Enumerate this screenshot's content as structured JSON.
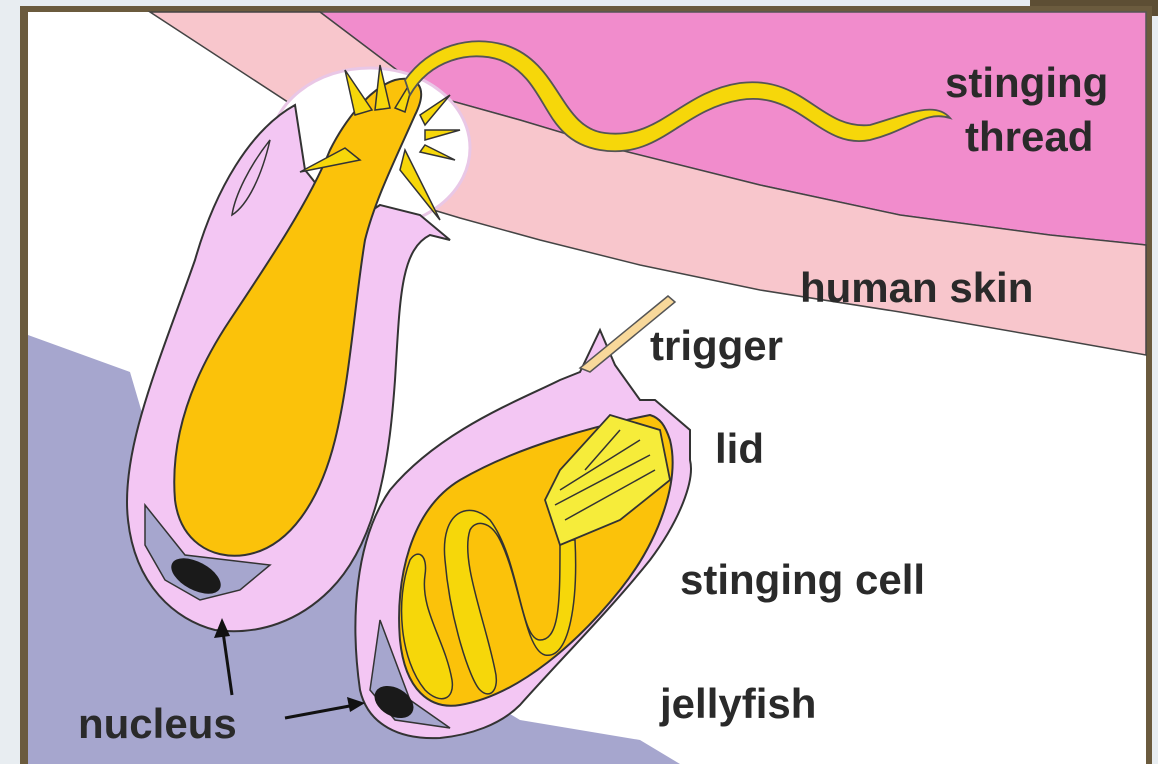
{
  "labels": {
    "stinging_thread_1": "stinging",
    "stinging_thread_2": "thread",
    "human_skin": "human skin",
    "trigger": "trigger",
    "lid": "lid",
    "stinging_cell": "stinging cell",
    "jellyfish": "jellyfish",
    "nucleus": "nucleus"
  },
  "colors": {
    "skin_outer": "#f18ccc",
    "skin_inner": "#f8c6cc",
    "jellyfish": "#a6a6ce",
    "cell_wall": "#f3c6f3",
    "capsule": "#fbc20a",
    "thread": "#f6d70a",
    "nucleus": "#1a1a1a",
    "frame": "#6b5b3e",
    "background": "#ffffff"
  }
}
